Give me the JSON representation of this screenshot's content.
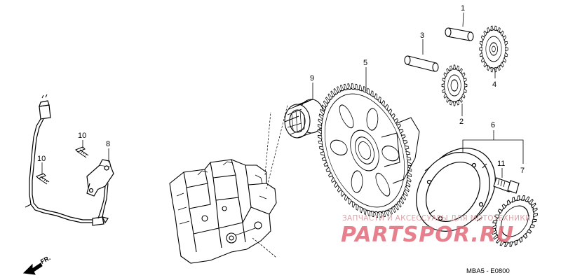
{
  "callouts": {
    "p1": "1",
    "p2": "2",
    "p3": "3",
    "p4": "4",
    "p5": "5",
    "p6": "6",
    "p7": "7",
    "p8": "8",
    "p9": "9",
    "p10a": "10",
    "p10b": "10",
    "p11": "11"
  },
  "direction_label": "FR.",
  "diagram_code": "MBA5 - E0800",
  "watermark": {
    "text": "ЗАПЧАСТИ И АКСЕССУАРЫ ДЛЯ МОТОТЕХНИКИ",
    "logo": "PARTSPOR.RU",
    "color": "#e36a7a"
  },
  "colors": {
    "line": "#000000",
    "background": "#ffffff"
  }
}
